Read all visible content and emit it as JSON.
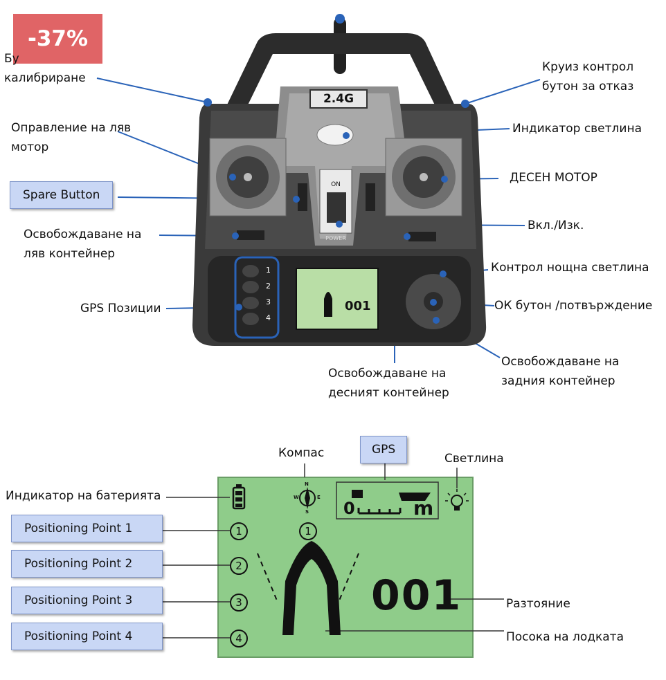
{
  "badge": "-37%",
  "transmitter": {
    "band_label": "2.4G",
    "switch_on": "ON",
    "switch_power": "POWER",
    "gps_buttons": [
      "1",
      "2",
      "3",
      "4"
    ],
    "mini_lcd_value": "001"
  },
  "top_labels": {
    "calibration_line1": "Бу",
    "calibration_line2": "калибриране",
    "cruise_line1": "Круиз контрол",
    "cruise_line2": "бутон за отказ",
    "left_motor_line1": "Оправление на ляв",
    "left_motor_line2": "мотор",
    "indicator_light": "Индикатор  светлина",
    "spare_button": "Spare Button",
    "right_motor": "ДЕСЕН МОТОР",
    "power_switch": "Вкл./Изк.",
    "left_container_line1": "Освобождаване на",
    "left_container_line2": "ляв контейнер",
    "night_light": "Контрол нощна светлина",
    "gps_positions": "GPS Позиции",
    "ok_button": "ОК бутон /потвърждение",
    "rear_container_line1": "Освобождаване на",
    "rear_container_line2": "задния контейнер",
    "right_container_line1": "Освобождаване на",
    "right_container_line2": "десният контейнер"
  },
  "lcd_labels": {
    "compass": "Компас",
    "gps": "GPS",
    "light": "Светлина",
    "battery": "Индикатор на батерията",
    "point1": "Positioning Point 1",
    "point2": "Positioning Point 2",
    "point3": "Positioning Point 3",
    "point4": "Positioning Point 4",
    "distance": "Разтояние",
    "boat_direction": "Посока на лодката"
  },
  "lcd": {
    "distance_value": "001",
    "scale_zero": "0",
    "scale_unit": "m",
    "points": [
      "1",
      "2",
      "3",
      "4"
    ],
    "compass_top_point": "1",
    "compass_n": "N",
    "compass_s": "S",
    "compass_e": "E",
    "compass_w": "W",
    "background": "#8fcc8a"
  }
}
